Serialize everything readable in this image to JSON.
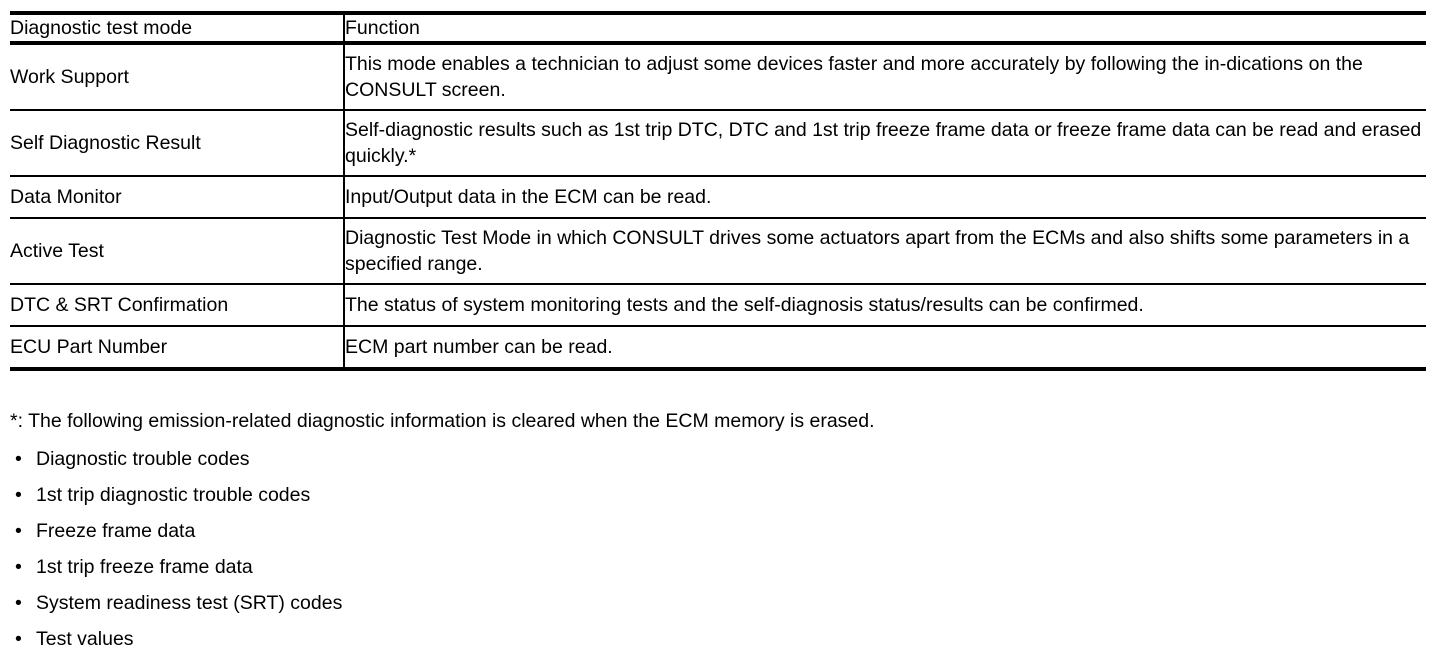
{
  "table": {
    "headers": {
      "mode": "Diagnostic test mode",
      "function": "Function"
    },
    "rows": [
      {
        "mode": "Work Support",
        "function": "This mode enables a technician to adjust some devices faster and more accurately by following the in-dications on the CONSULT screen.",
        "height": "tall"
      },
      {
        "mode": "Self Diagnostic Result",
        "function": "Self-diagnostic results such as 1st trip DTC, DTC and 1st trip freeze frame data or freeze frame data can be read and erased quickly.*",
        "height": "tall"
      },
      {
        "mode": "Data Monitor",
        "function": "Input/Output data in the ECM can be read.",
        "height": "short"
      },
      {
        "mode": "Active Test",
        "function": "Diagnostic Test Mode in which CONSULT drives some actuators apart from the ECMs and also shifts some parameters in a specified range.",
        "height": "tall"
      },
      {
        "mode": "DTC & SRT Confirmation",
        "function": "The status of system monitoring tests and the self-diagnosis status/results can be confirmed.",
        "height": "short"
      },
      {
        "mode": "ECU Part Number",
        "function": "ECM part number can be read.",
        "height": "short"
      }
    ]
  },
  "footnotes": {
    "lead": "*: The following emission-related diagnostic information is cleared when the ECM memory is erased.",
    "bullet_glyph": "•",
    "items": [
      "Diagnostic trouble codes",
      "1st trip diagnostic trouble codes",
      "Freeze frame data",
      "1st trip freeze frame data",
      "System readiness test (SRT) codes",
      "Test values"
    ]
  },
  "colors": {
    "text": "#000000",
    "background": "#ffffff",
    "rule": "#000000"
  }
}
